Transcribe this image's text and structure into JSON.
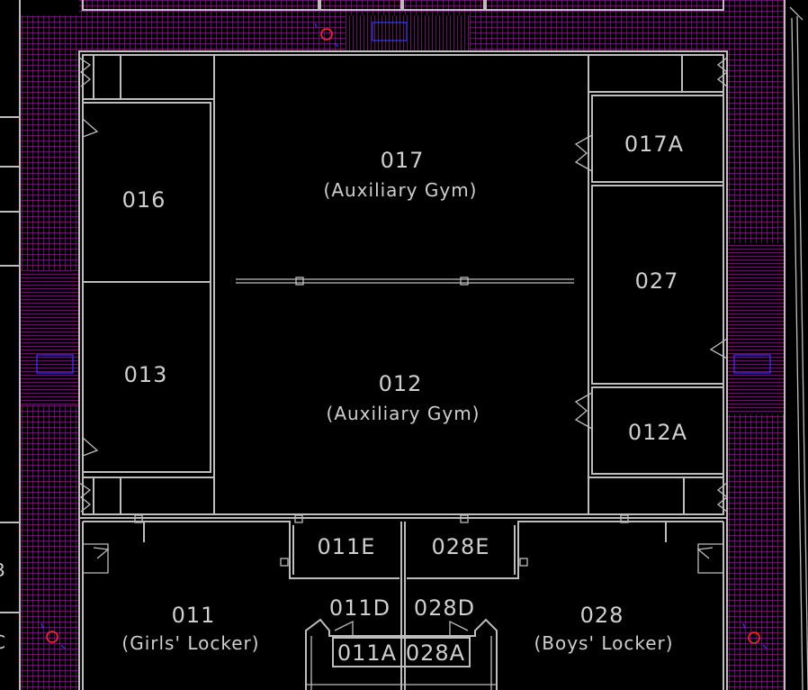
{
  "rooms": [
    {
      "id": "r017",
      "number": "017",
      "name": "(Auxiliary Gym)"
    },
    {
      "id": "r012",
      "number": "012",
      "name": "(Auxiliary Gym)"
    },
    {
      "id": "r016",
      "number": "016",
      "name": ""
    },
    {
      "id": "r013",
      "number": "013",
      "name": ""
    },
    {
      "id": "r017A",
      "number": "017A",
      "name": ""
    },
    {
      "id": "r027",
      "number": "027",
      "name": ""
    },
    {
      "id": "r012A",
      "number": "012A",
      "name": ""
    },
    {
      "id": "r011E",
      "number": "011E",
      "name": ""
    },
    {
      "id": "r028E",
      "number": "028E",
      "name": ""
    },
    {
      "id": "r011D",
      "number": "011D",
      "name": ""
    },
    {
      "id": "r028D",
      "number": "028D",
      "name": ""
    },
    {
      "id": "r011A",
      "number": "011A",
      "name": ""
    },
    {
      "id": "r028A",
      "number": "028A",
      "name": ""
    },
    {
      "id": "r011",
      "number": "011",
      "name": "(Girls' Locker)"
    },
    {
      "id": "r028",
      "number": "028",
      "name": "(Boys' Locker)"
    }
  ],
  "edge_glyphs": {
    "left_1": "B",
    "left_2": "C"
  },
  "colors": {
    "background": "#000000",
    "walls": "#bdbdbd",
    "corridor_hatch": "#9a1f9a",
    "tag_blue": "#3a3aff",
    "marker_red": "#ff2a2a"
  }
}
